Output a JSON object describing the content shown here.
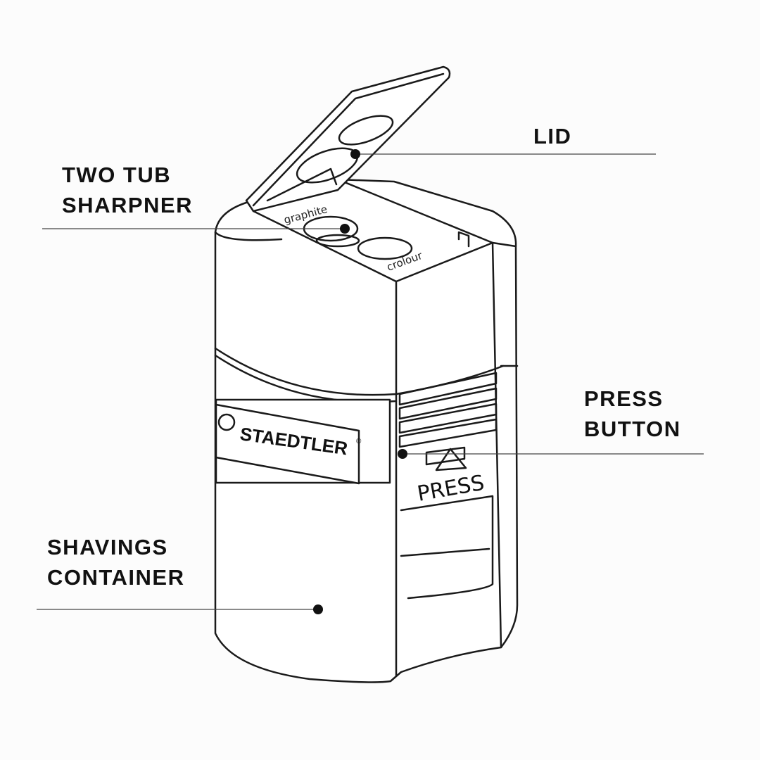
{
  "labels": {
    "lid": "LID",
    "two_tub_line1": "TWO TUB",
    "two_tub_line2": "SHARPNER",
    "press_button_line1": "PRESS",
    "press_button_line2": "BUTTON",
    "shavings_line1": "SHAVINGS",
    "shavings_line2": "CONTAINER"
  },
  "product_text": {
    "hole_left": "graphite",
    "hole_right": "crolour",
    "brand": "STAEDTLER",
    "brand_mark": "®",
    "button_text": "PRESS"
  }
}
